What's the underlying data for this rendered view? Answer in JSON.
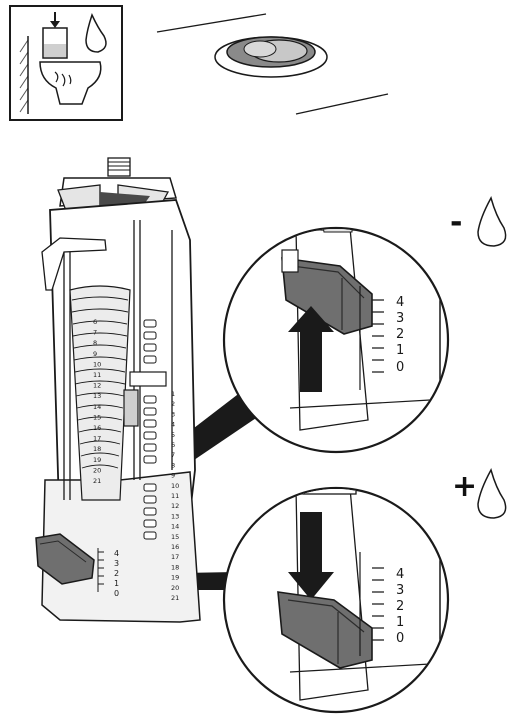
{
  "scale_top": [
    "4",
    "3",
    "2",
    "1",
    "0"
  ],
  "scale_bottom": [
    "4",
    "3",
    "2",
    "1",
    "0"
  ],
  "scale_small": [
    "4",
    "3",
    "2",
    "1",
    "0"
  ],
  "tube_scale": [
    "6",
    "7",
    "8",
    "9",
    "10",
    "11",
    "12",
    "13",
    "14",
    "15",
    "16",
    "17",
    "18",
    "19",
    "20",
    "21"
  ],
  "body_scale": [
    "1",
    "2",
    "3",
    "4",
    "5",
    "6",
    "7",
    "8",
    "9",
    "10",
    "11",
    "12",
    "13",
    "14",
    "15",
    "16",
    "17",
    "18",
    "19",
    "20",
    "21"
  ],
  "decrease_symbol": "-",
  "increase_symbol": "+",
  "colors": {
    "grey_part": "#6f6f6f",
    "outline": "#1a1a1a",
    "shade": "#d9d9d9"
  },
  "icons": [
    "toilet-flush-icon",
    "water-drop-icon",
    "flush-button-icon",
    "arrow-up-icon",
    "arrow-down-icon"
  ]
}
